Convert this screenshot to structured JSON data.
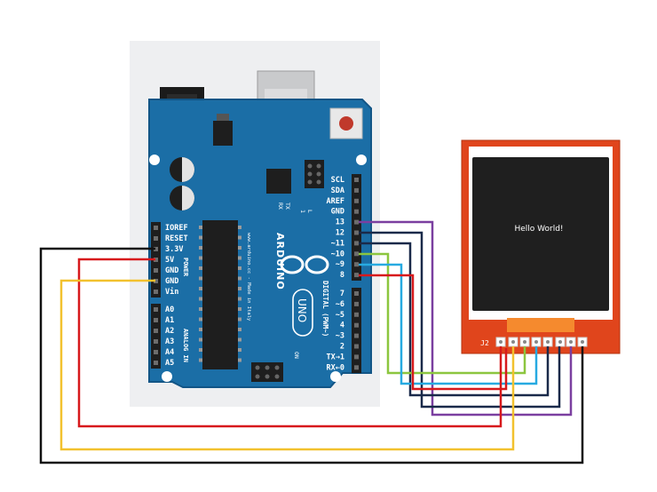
{
  "arduino": {
    "power_labels": [
      "IOREF",
      "RESET",
      "3.3V",
      "5V",
      "GND",
      "GND",
      "Vin"
    ],
    "power_group": "POWER",
    "analog_labels": [
      "A0",
      "A1",
      "A2",
      "A3",
      "A4",
      "A5"
    ],
    "analog_group": "ANALOG IN",
    "digital_top_labels": [
      "SCL",
      "SDA",
      "AREF",
      "GND",
      "13",
      "12",
      "~11",
      "~10",
      "~9",
      "8"
    ],
    "digital_bottom_labels": [
      "7",
      "~6",
      "~5",
      "4",
      "~3",
      "2",
      "TX→1",
      "RX←0"
    ],
    "digital_group": "DIGITAL (PWM~)",
    "brand": "ARDUINO",
    "model": "UNO",
    "site": "www.arduino.cc - Made in Italy",
    "on_label": "ON",
    "tx_label": "TX",
    "rx_label": "RX",
    "l_label": "L",
    "one_label": "1"
  },
  "display": {
    "screen_text": "Hello World!",
    "connector_label": "J2"
  },
  "wires": [
    {
      "from": "13",
      "color": "#7b3fa0"
    },
    {
      "from": "12",
      "color": "#1a2a4a"
    },
    {
      "from": "~11",
      "color": "#1a2a4a"
    },
    {
      "from": "~10",
      "color": "#8cc63f"
    },
    {
      "from": "~9",
      "color": "#27aae1"
    },
    {
      "from": "8",
      "color": "#d7191c"
    },
    {
      "from": "GND",
      "color": "#111111"
    },
    {
      "from": "5V",
      "color": "#d7191c"
    },
    {
      "from": "Vin",
      "color": "#f2c12e"
    }
  ]
}
